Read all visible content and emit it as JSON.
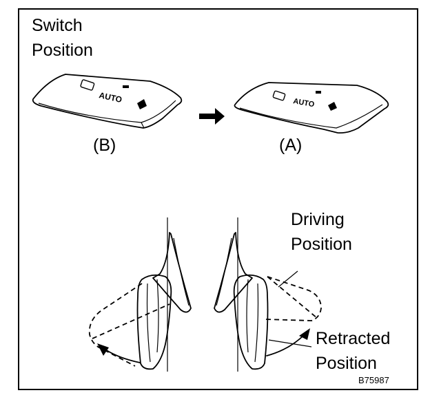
{
  "labels": {
    "switch_position": [
      "Switch",
      "Position"
    ],
    "switch_b": "(B)",
    "switch_a": "(A)",
    "driving_position": [
      "Driving",
      "Position"
    ],
    "retracted_position": [
      "Retracted",
      "Position"
    ],
    "switch_text": "AUTO",
    "figure_code": "B75987"
  }
}
